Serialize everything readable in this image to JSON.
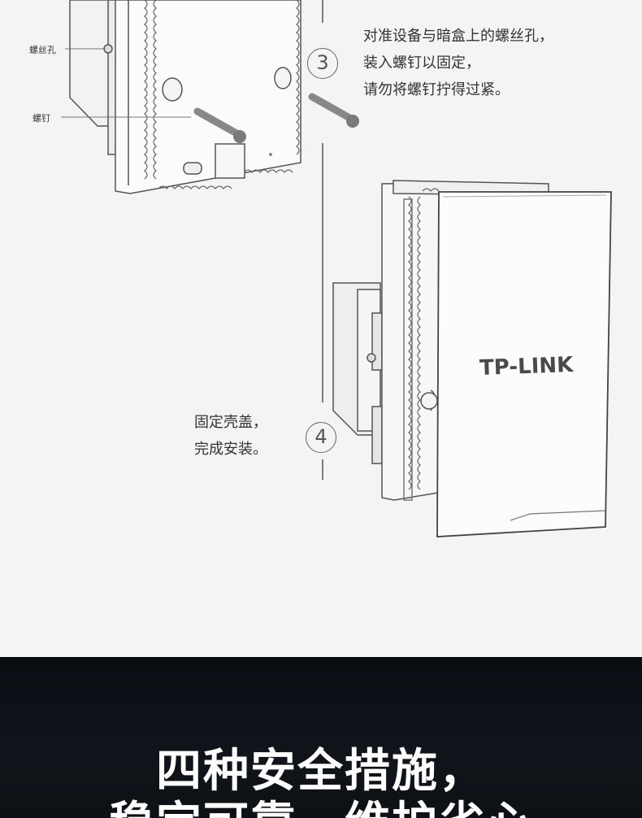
{
  "labels": {
    "screw_hole": "螺丝孔",
    "screw": "螺钉"
  },
  "steps": [
    {
      "number": "3",
      "lines": [
        "对准设备与暗盒上的螺丝孔，",
        "装入螺钉以固定，",
        "请勿将螺钉拧得过紧。"
      ]
    },
    {
      "number": "4",
      "lines": [
        "固定壳盖，",
        "完成安装。"
      ]
    }
  ],
  "brand": "TP-LINK",
  "banner": {
    "line1": "四种安全措施，",
    "line2": "稳定可靠，维护省心"
  },
  "colors": {
    "background": "#f4f4f4",
    "banner_bg": "#0e1217",
    "text": "#333333",
    "line": "#555555"
  }
}
